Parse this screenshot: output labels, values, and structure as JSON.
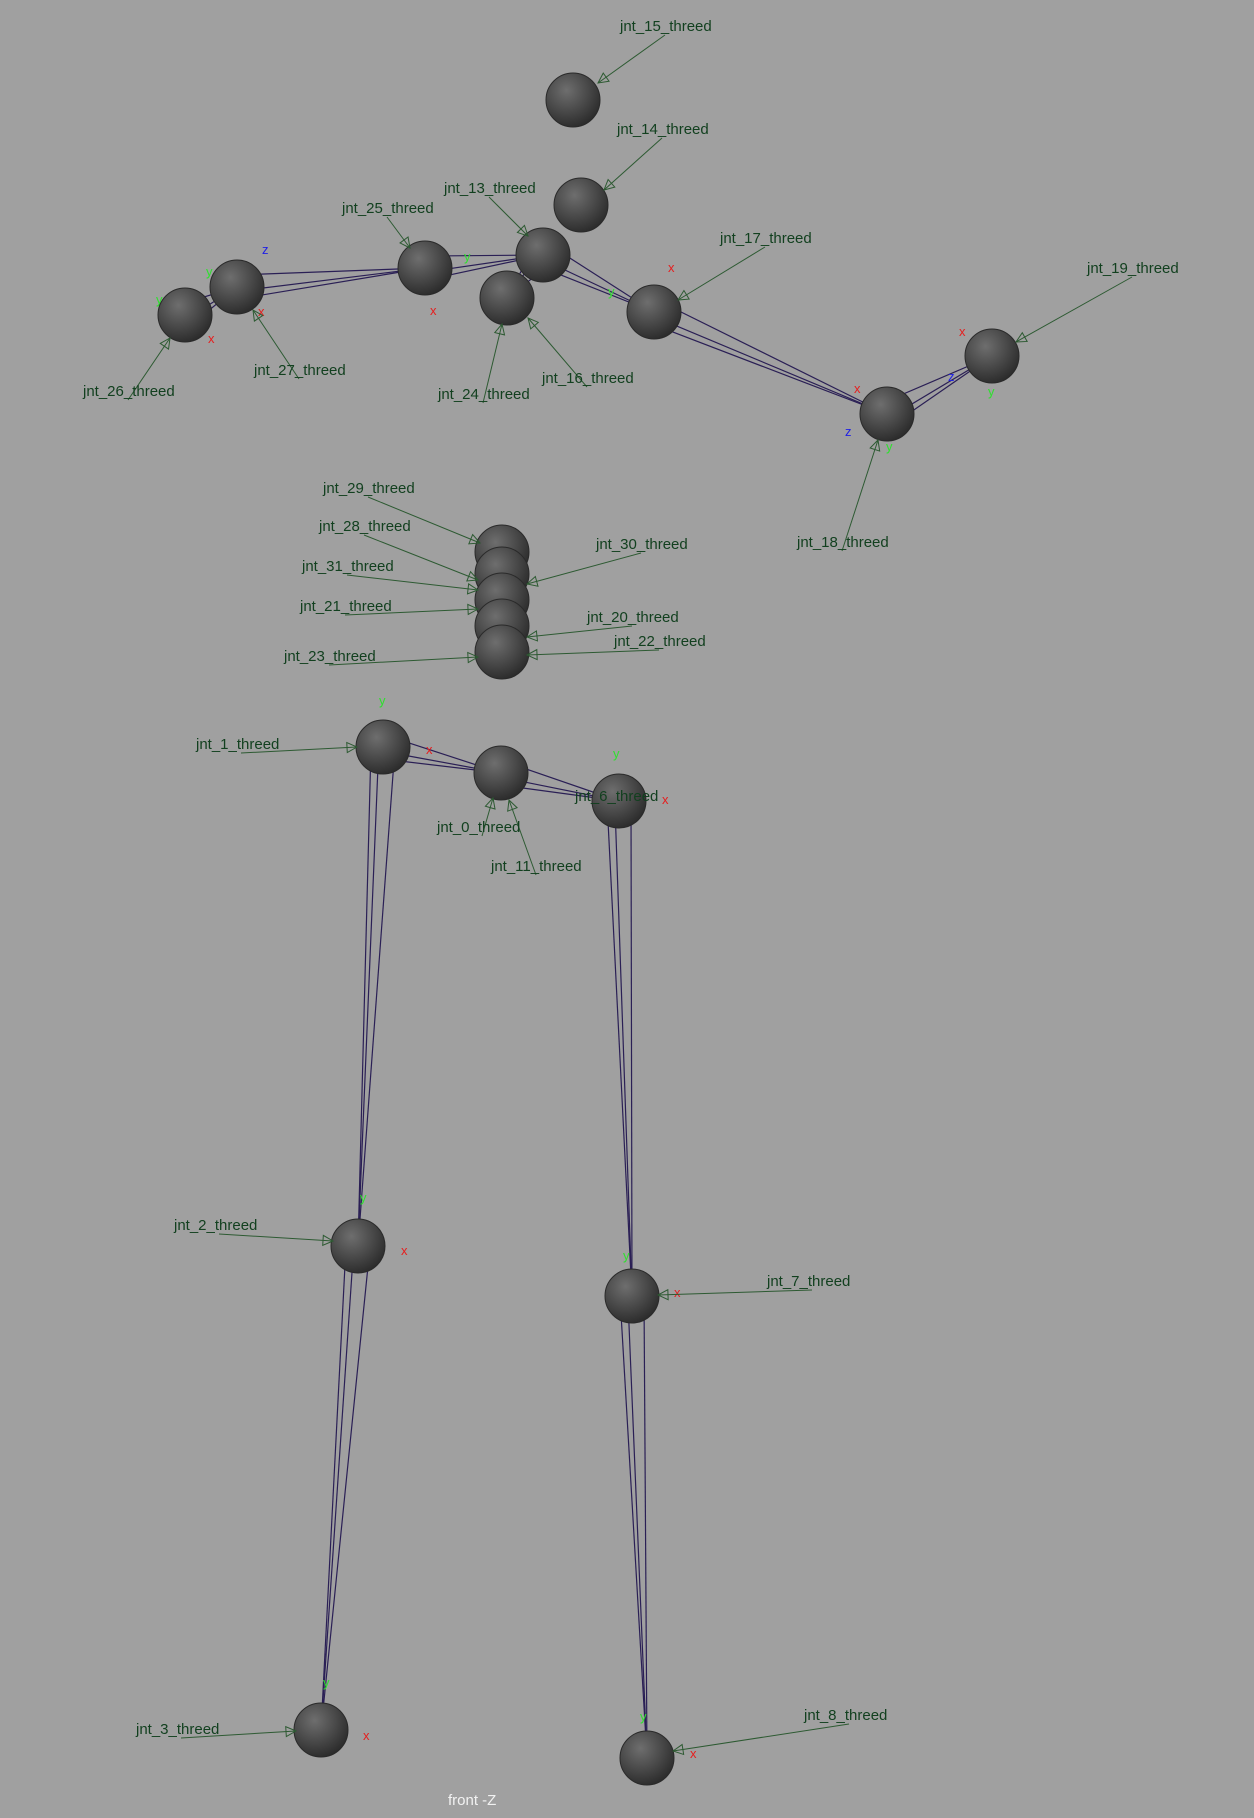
{
  "viewport": {
    "camera_label": "front -Z"
  },
  "colors": {
    "background": "#a0a0a0",
    "joint_sphere": "#4a4a4a",
    "label_text": "#12401f",
    "leader_line": "#2d5a32",
    "bone_line": "#2a1f55",
    "axis_x": "#e61e1e",
    "axis_y": "#2ee02e",
    "axis_z": "#1e1ee6"
  },
  "axis_glyphs": {
    "x": "x",
    "y": "y",
    "z": "z"
  },
  "joints": [
    {
      "name": "jnt_15_threed"
    },
    {
      "name": "jnt_14_threed"
    },
    {
      "name": "jnt_13_threed"
    },
    {
      "name": "jnt_25_threed"
    },
    {
      "name": "jnt_17_threed"
    },
    {
      "name": "jnt_19_threed"
    },
    {
      "name": "jnt_26_threed"
    },
    {
      "name": "jnt_27_threed"
    },
    {
      "name": "jnt_24_threed"
    },
    {
      "name": "jnt_16_threed"
    },
    {
      "name": "jnt_18_threed"
    },
    {
      "name": "jnt_29_threed"
    },
    {
      "name": "jnt_28_threed"
    },
    {
      "name": "jnt_31_threed"
    },
    {
      "name": "jnt_21_threed"
    },
    {
      "name": "jnt_23_threed"
    },
    {
      "name": "jnt_30_threed"
    },
    {
      "name": "jnt_20_threed"
    },
    {
      "name": "jnt_22_threed"
    },
    {
      "name": "jnt_1_threed"
    },
    {
      "name": "jnt_0_threed"
    },
    {
      "name": "jnt_11_threed"
    },
    {
      "name": "jnt_6_threed"
    },
    {
      "name": "jnt_2_threed"
    },
    {
      "name": "jnt_7_threed"
    },
    {
      "name": "jnt_3_threed"
    },
    {
      "name": "jnt_8_threed"
    }
  ]
}
